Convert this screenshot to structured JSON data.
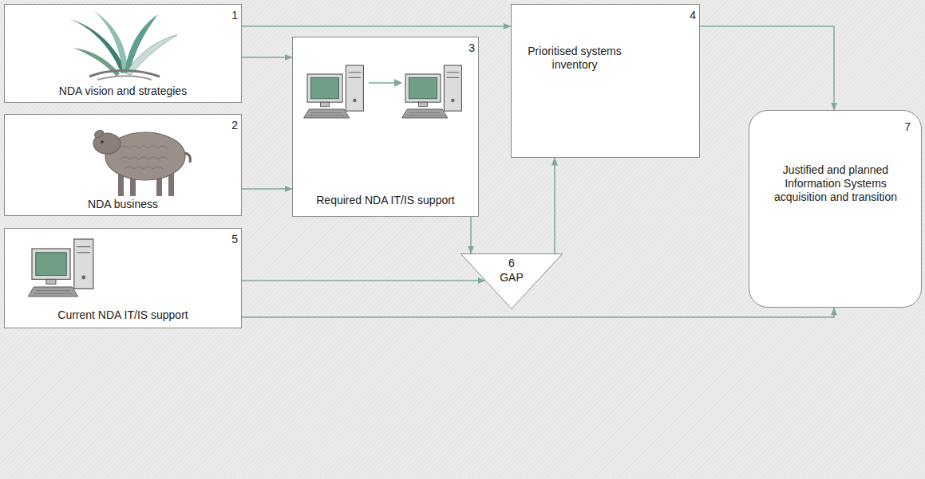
{
  "diagram": {
    "nodes": [
      {
        "text": [
          "1",
          "NDA vision and strategies"
        ]
      },
      {
        "text": [
          "2",
          "NDA business"
        ]
      },
      {
        "text": [
          "3",
          "Required NDA IT/IS support"
        ]
      },
      {
        "text": [
          "4",
          "Prioritised systems inventory"
        ]
      },
      {
        "text": [
          "5",
          "Current NDA IT/IS support"
        ]
      },
      {
        "text": [
          "6",
          "GAP"
        ]
      },
      {
        "text": [
          "7",
          "Justified and planned Information Systems acquisition and transition"
        ]
      }
    ],
    "edges": [
      {
        "from": 0,
        "to": 3,
        "arrow": "to"
      },
      {
        "from": 0,
        "to": 2,
        "arrow": "to"
      },
      {
        "from": 1,
        "to": 2,
        "arrow": "to"
      },
      {
        "from": 2,
        "to": 5,
        "arrow": "to"
      },
      {
        "from": 4,
        "to": 5,
        "arrow": "to"
      },
      {
        "from": 5,
        "to": 3,
        "arrow": "to"
      },
      {
        "from": 3,
        "to": 6,
        "arrow": "to"
      },
      {
        "from": 4,
        "to": 6,
        "arrow": "to"
      }
    ]
  }
}
